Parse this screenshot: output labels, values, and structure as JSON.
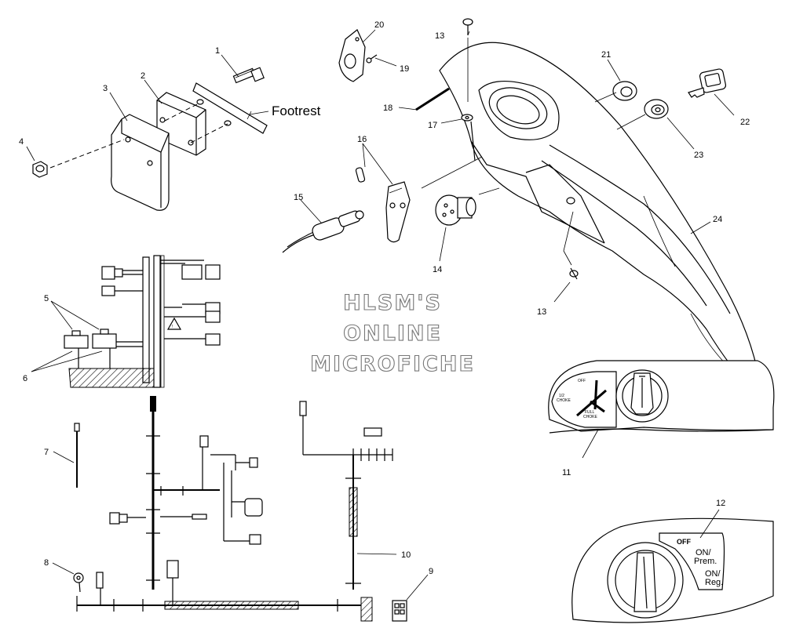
{
  "callouts": {
    "c1": "1",
    "c2": "2",
    "c3": "3",
    "c4": "4",
    "c5": "5",
    "c6": "6",
    "c7": "7",
    "c8": "8",
    "c9": "9",
    "c10": "10",
    "c11": "11",
    "c12": "12",
    "c13a": "13",
    "c13b": "13",
    "c14": "14",
    "c15": "15",
    "c16": "16",
    "c17": "17",
    "c18": "18",
    "c19": "19",
    "c20": "20",
    "c21": "21",
    "c22": "22",
    "c23": "23",
    "c24": "24"
  },
  "labels": {
    "footrest": "Footrest"
  },
  "watermark": {
    "line1": "HLSM'S",
    "line2": "ONLINE",
    "line3": "MICROFICHE"
  },
  "choke_panel": {
    "off": "OFF",
    "half_choke_1": "1/2",
    "half_choke_2": "CHOKE",
    "full_choke_1": "FULL",
    "full_choke_2": "CHOKE"
  },
  "key_panel": {
    "off": "OFF",
    "on_prem_1": "ON/",
    "on_prem_2": "Prem.",
    "on_reg_1": "ON/",
    "on_reg_2": "Reg."
  }
}
